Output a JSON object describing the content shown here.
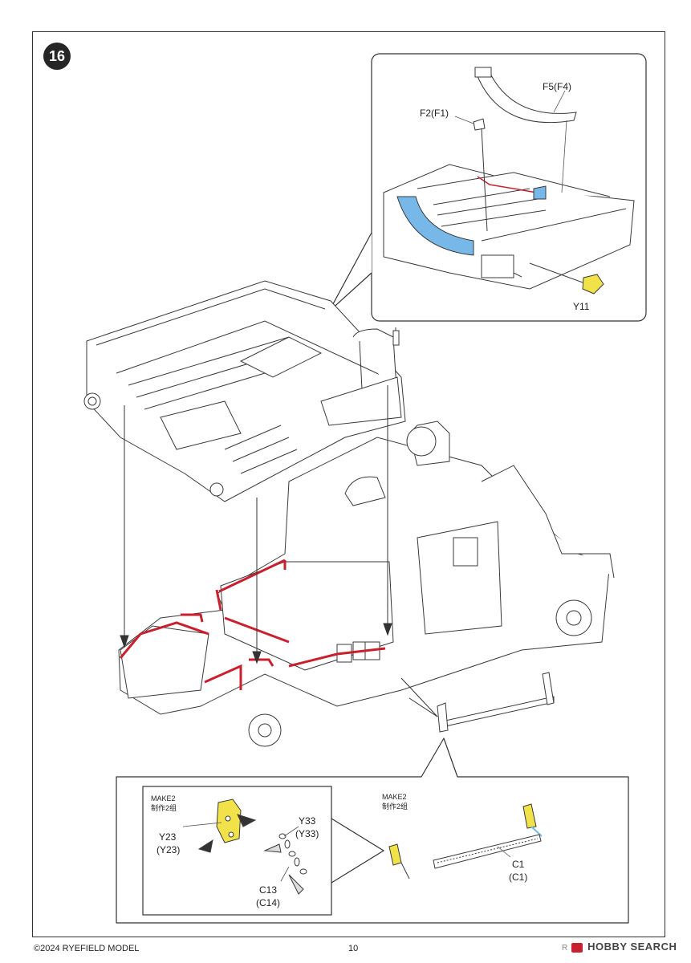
{
  "step": {
    "number": "16"
  },
  "inset_top": {
    "label_f5": "F5(F4)",
    "label_f2": "F2(F1)",
    "label_y11": "Y11"
  },
  "inset_bottom": {
    "left": {
      "make_en": "MAKE2",
      "make_cn": "制作2组",
      "label_y23": "Y23",
      "label_y23_alt": "(Y23)",
      "label_y33": "Y33",
      "label_y33_alt": "(Y33)",
      "label_c13": "C13",
      "label_c14": "(C14)"
    },
    "right": {
      "make_en": "MAKE2",
      "make_cn": "制作2组",
      "label_c1": "C1",
      "label_c1_alt": "(C1)"
    }
  },
  "footer": {
    "copyright": "©2024 RYEFIELD MODEL",
    "page_number": "10",
    "watermark": "HOBBY SEARCH",
    "watermark_prefix": "R"
  },
  "colors": {
    "highlight_yellow": "#f2e24a",
    "highlight_blue": "#78b8e8",
    "highlight_red": "#c8202e",
    "line": "#3a3a3a"
  }
}
